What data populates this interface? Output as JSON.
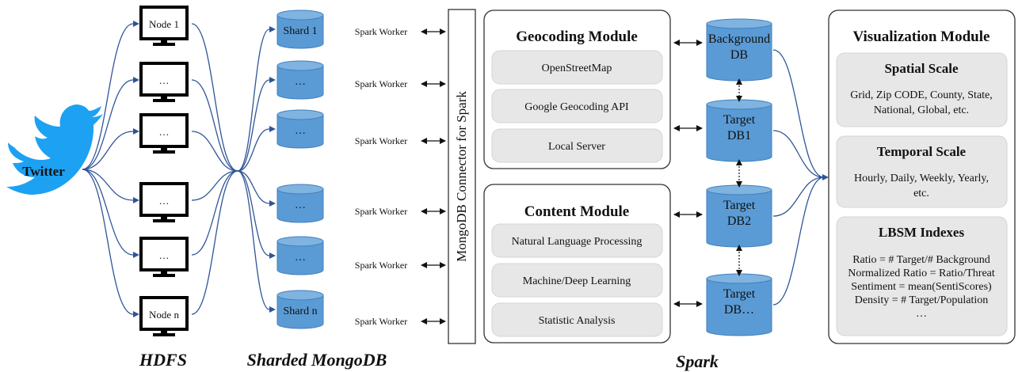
{
  "source": {
    "label": "Twitter"
  },
  "hdfs": {
    "title": "HDFS",
    "nodes": [
      "Node 1",
      "…",
      "…",
      "…",
      "…",
      "Node n"
    ]
  },
  "mongodb": {
    "title": "Sharded MongoDB",
    "shards": [
      "Shard 1",
      "…",
      "…",
      "…",
      "…",
      "Shard n"
    ],
    "worker_label": "Spark Worker"
  },
  "connector": {
    "label": "MongoDB Connector for Spark"
  },
  "spark": {
    "title": "Spark"
  },
  "geocoding": {
    "title": "Geocoding Module",
    "items": [
      "OpenStreetMap",
      "Google Geocoding API",
      "Local Server"
    ]
  },
  "content": {
    "title": "Content Module",
    "items": [
      "Natural Language Processing",
      "Machine/Deep Learning",
      "Statistic Analysis"
    ]
  },
  "databases": [
    {
      "lines": [
        "Background",
        "DB"
      ]
    },
    {
      "lines": [
        "Target",
        "DB1"
      ]
    },
    {
      "lines": [
        "Target",
        "DB2"
      ]
    },
    {
      "lines": [
        "Target",
        "DB…"
      ]
    }
  ],
  "visualization": {
    "title": "Visualization Module",
    "sections": [
      {
        "title": "Spatial Scale",
        "lines": [
          "Grid, Zip CODE, County, State,",
          "National, Global, etc."
        ]
      },
      {
        "title": "Temporal Scale",
        "lines": [
          "Hourly, Daily, Weekly, Yearly,",
          "etc."
        ]
      },
      {
        "title": "LBSM Indexes",
        "lines": [
          "Ratio = # Target/# Background",
          "Normalized Ratio = Ratio/Threat",
          "Sentiment = mean(SentiScores)",
          "Density = # Target/Population",
          "…"
        ]
      }
    ]
  },
  "colors": {
    "cylinder": "#5b9bd5",
    "cylinder_top": "#7fb3e0",
    "line": "#2f5597",
    "panel": "#e7e7e7",
    "bird": "#1da1f2"
  }
}
